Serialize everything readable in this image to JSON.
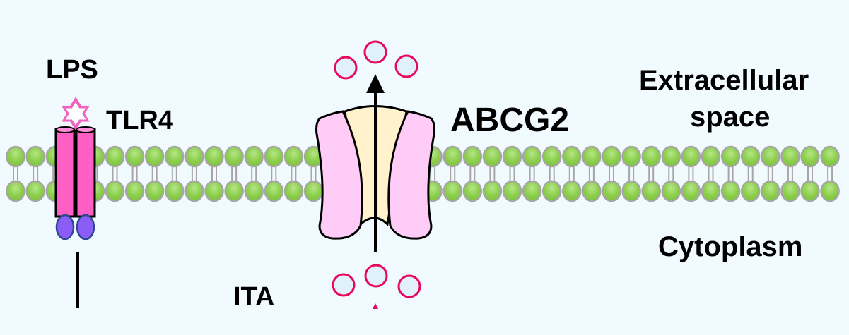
{
  "labels": {
    "lps": "LPS",
    "tlr4": "TLR4",
    "abcg2": "ABCG2",
    "extracellular_line1": "Extracellular",
    "extracellular_line2": "space",
    "cytoplasm": "Cytoplasm",
    "ita": "ITA"
  },
  "colors": {
    "background": "#f0faff",
    "lipid_head": "#8fd14f",
    "lipid_outline": "#a6a6a6",
    "tlr4": "#ff5ec4",
    "tlr4_domain": "#8b5cf6",
    "abcg2_side": "#ffccf7",
    "abcg2_core": "#fff2cc",
    "ita_ring": "#e8095e",
    "ita_fill": "#e0f1fb",
    "lps_star": "#f062c0"
  },
  "icons": {
    "lps": "hexagram-star-icon",
    "ita_molecule": "circle-molecule-icon",
    "transport_direction": "arrow-up-icon"
  }
}
